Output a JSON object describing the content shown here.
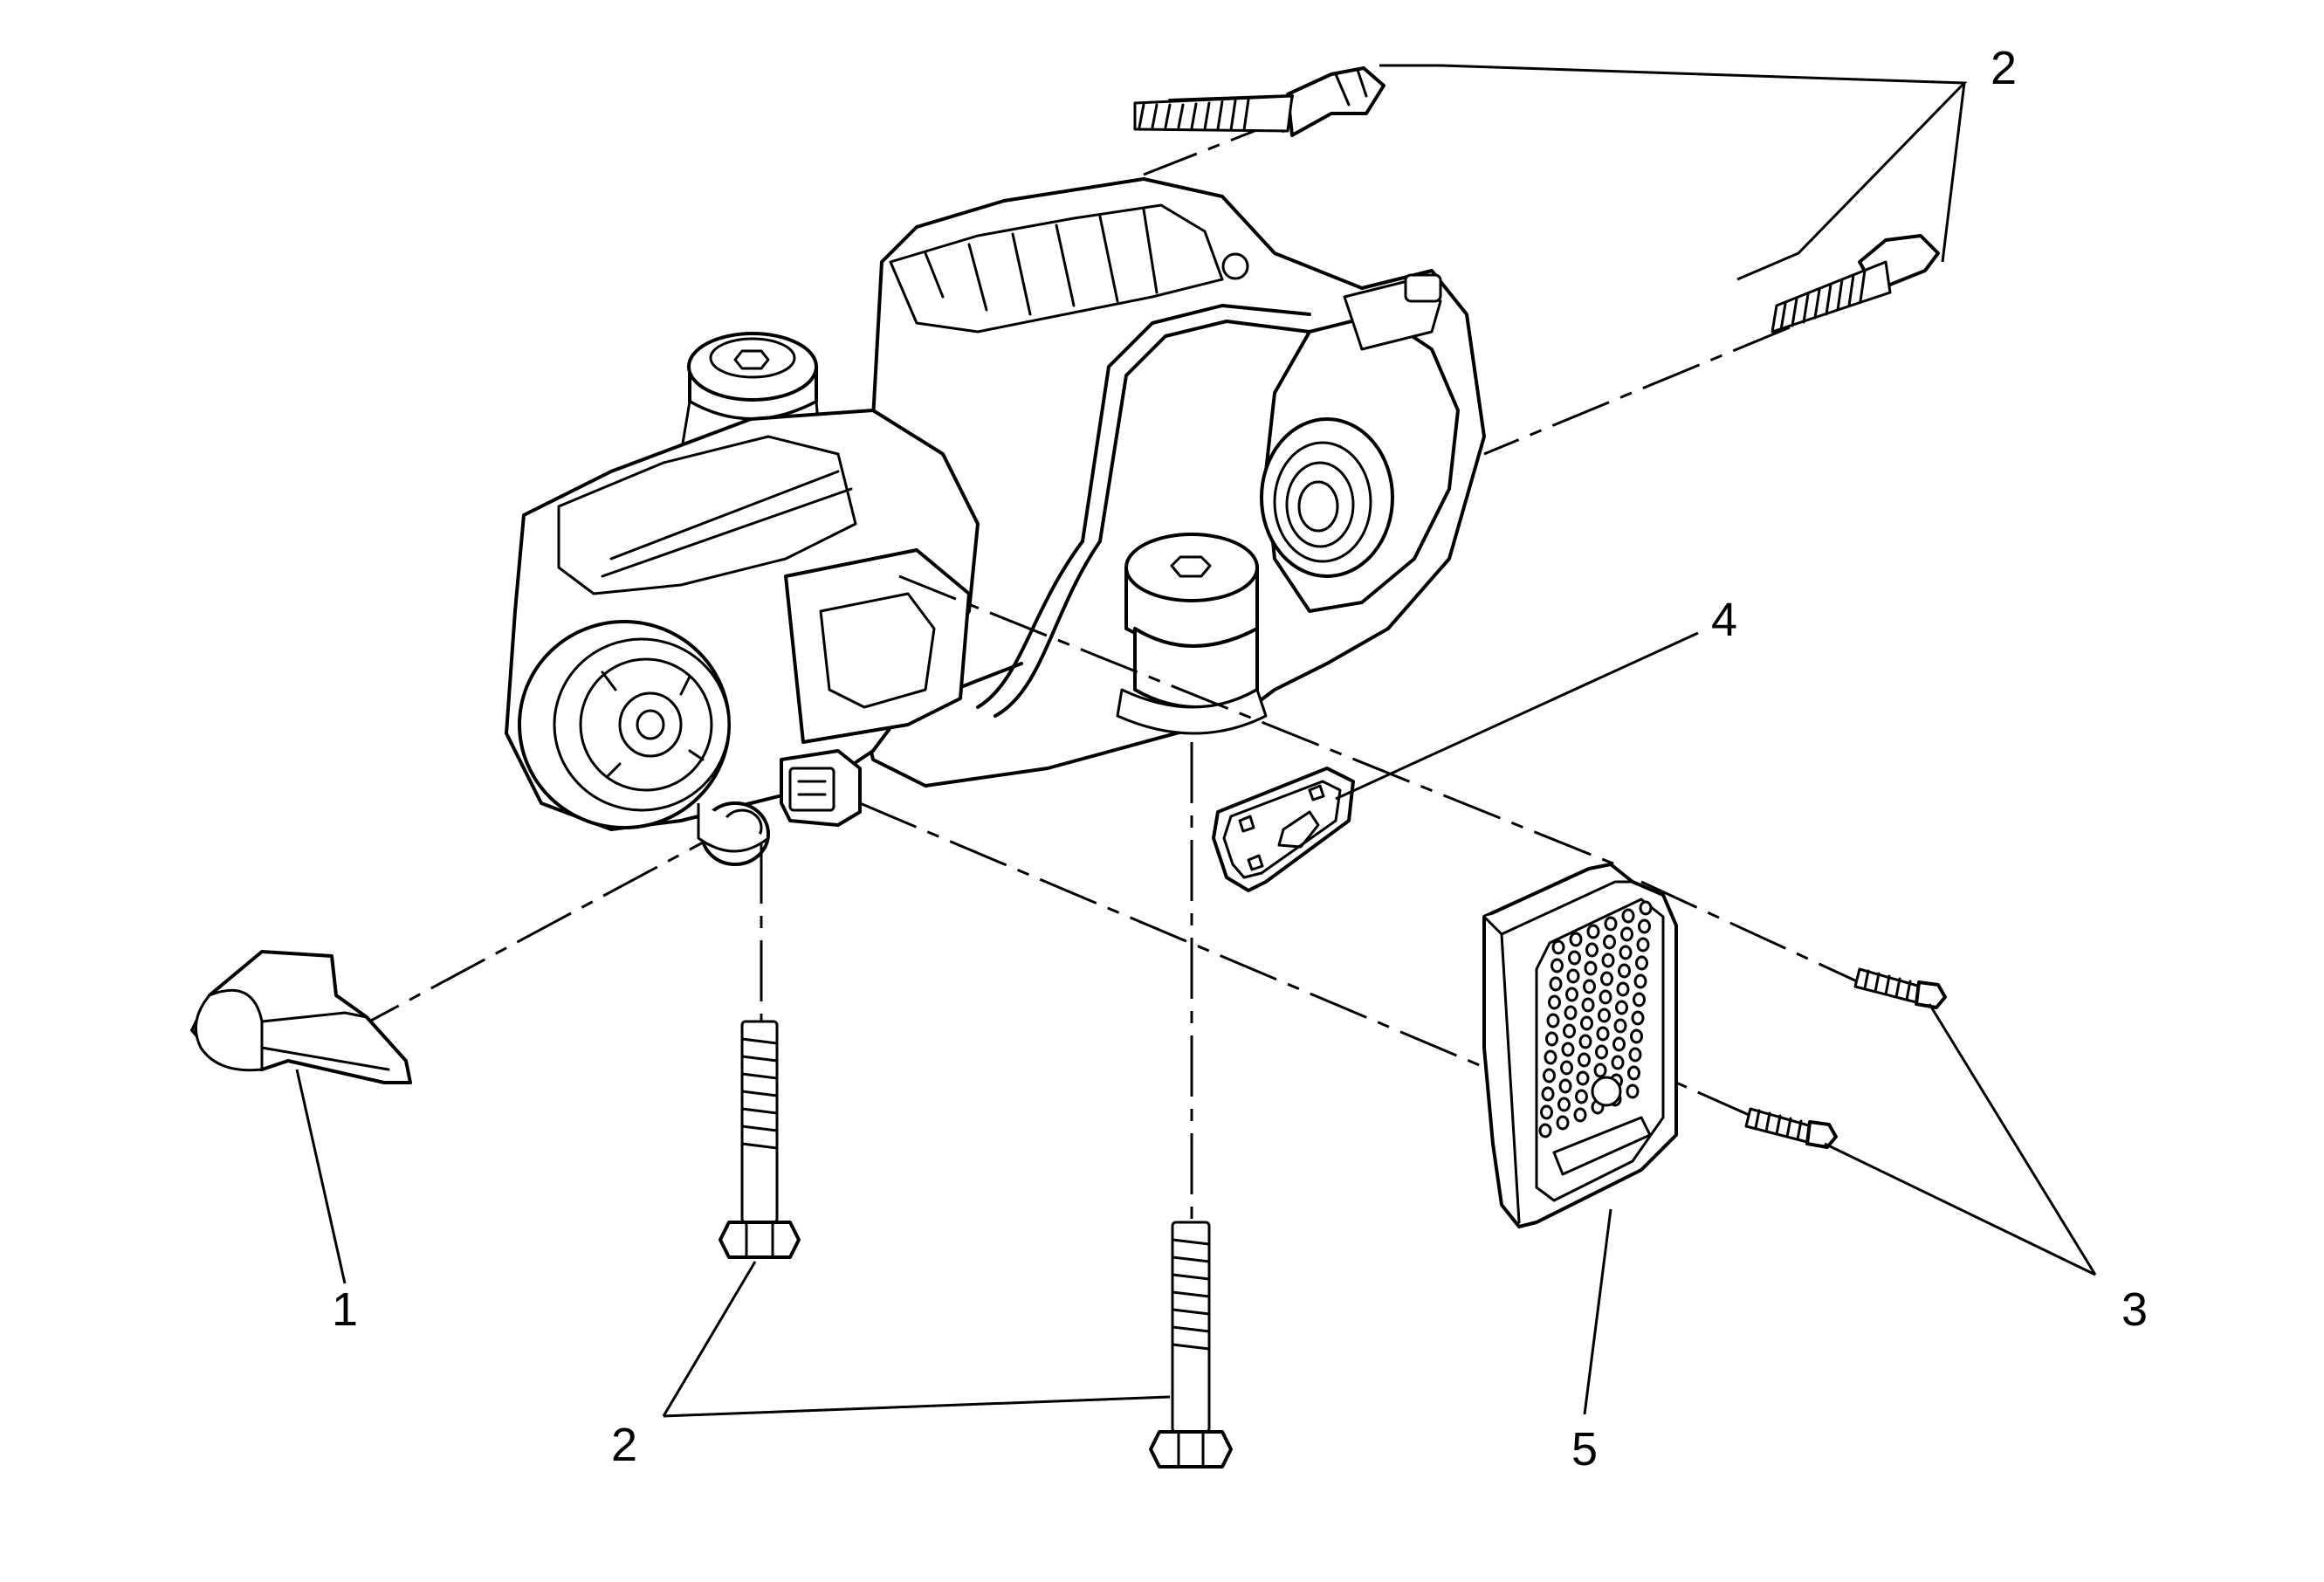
{
  "callouts": {
    "c1": "1",
    "c2_top": "2",
    "c2_bottom": "2",
    "c3": "3",
    "c4": "4",
    "c5": "5"
  },
  "colors": {
    "line": "#000000",
    "background": "#ffffff"
  }
}
